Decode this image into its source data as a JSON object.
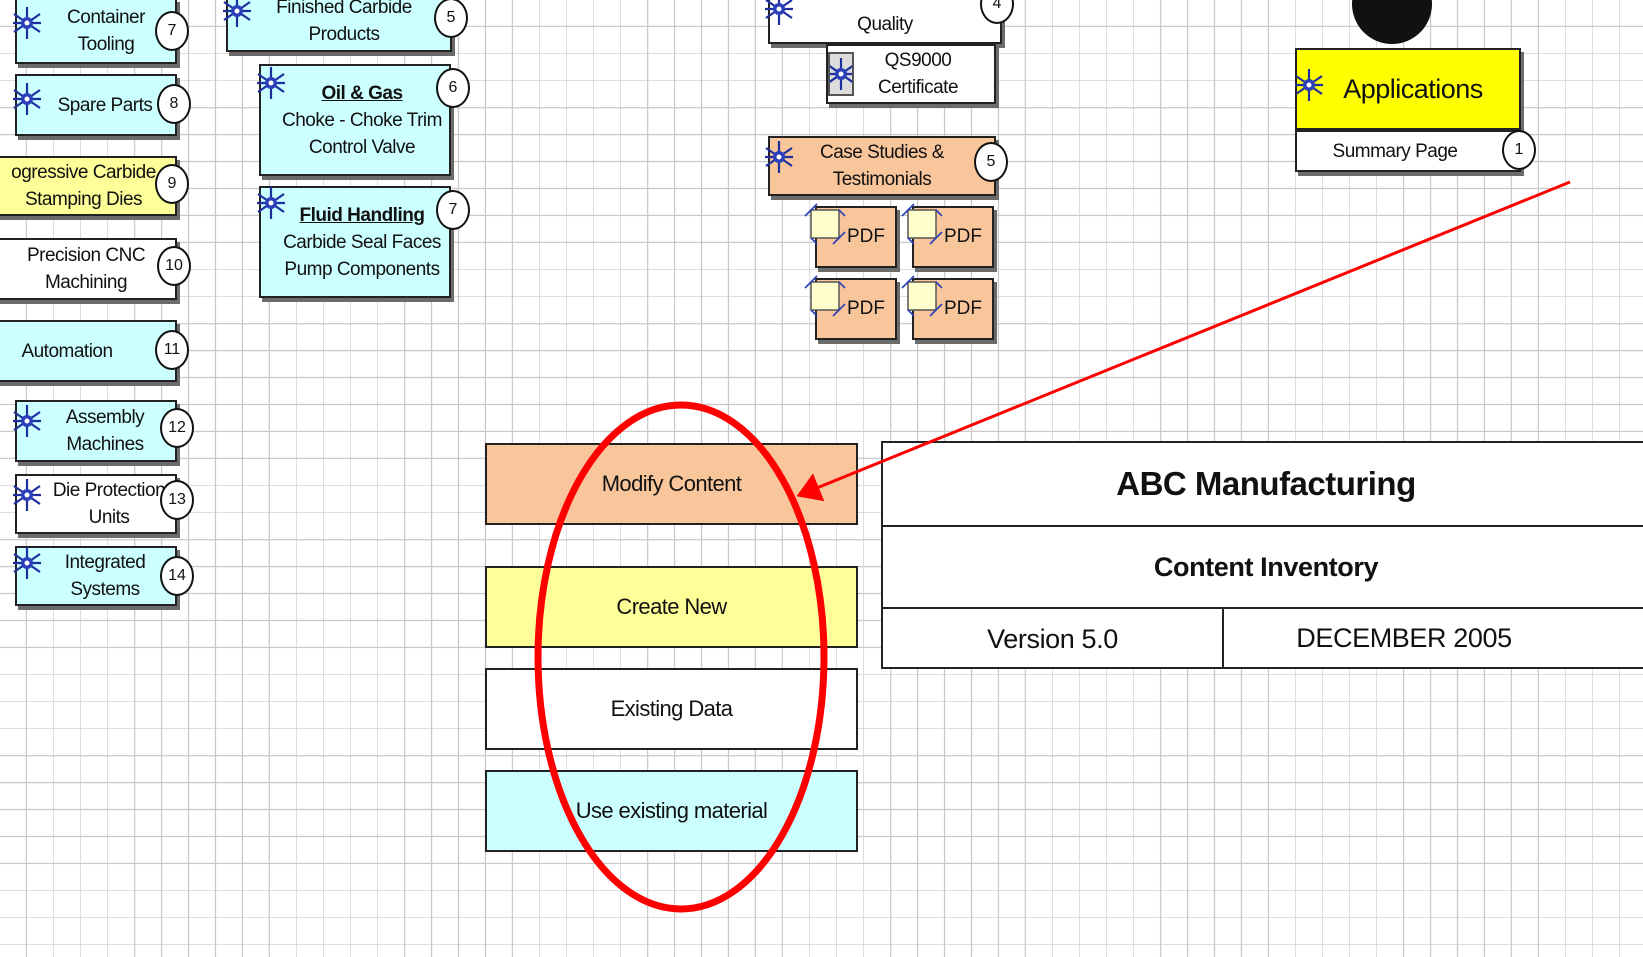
{
  "colors": {
    "cyan": "#ccffff",
    "yellow": "#ffff99",
    "peach": "#f9c69c",
    "applications_yellow": "#ffff00",
    "annotation_red": "#ff0000"
  },
  "icon_name": "link-star-icon",
  "left_column": [
    {
      "line1": "Container",
      "line2": "Tooling",
      "number": "7"
    },
    {
      "line1": "Spare Parts",
      "line2": "",
      "number": "8"
    },
    {
      "line1": "ogressive Carbide",
      "line2": "Stamping Dies",
      "number": "9"
    },
    {
      "line1": "Precision CNC",
      "line2": "Machining",
      "number": "10"
    },
    {
      "line1": "Automation",
      "line2": "",
      "number": "11"
    },
    {
      "line1": "Assembly",
      "line2": "Machines",
      "number": "12"
    },
    {
      "line1": "Die Protection",
      "line2": "Units",
      "number": "13"
    },
    {
      "line1": "Integrated",
      "line2": "Systems",
      "number": "14"
    }
  ],
  "middle_column": [
    {
      "title": "Finished Carbide",
      "line2": "Products",
      "line3": "",
      "number": "5"
    },
    {
      "title": "Oil & Gas",
      "line2": "Choke - Choke Trim",
      "line3": "Control Valve",
      "number": "6"
    },
    {
      "title": "Fluid Handling",
      "line2": "Carbide Seal Faces",
      "line3": "Pump Components",
      "number": "7"
    }
  ],
  "quality": {
    "label": "Quality",
    "number": "4"
  },
  "certificate": {
    "line1": "QS9000",
    "line2": "Certificate"
  },
  "case_studies": {
    "line1": "Case Studies &",
    "line2": "Testimonials",
    "number": "5"
  },
  "pdf_label": "PDF",
  "applications": {
    "label": "Applications",
    "summary": "Summary Page",
    "number": "1"
  },
  "legend": {
    "modify": "Modify Content",
    "create": "Create New",
    "existing": "Existing Data",
    "use_existing": "Use existing material"
  },
  "title_block": {
    "company": "ABC Manufacturing",
    "subtitle": "Content Inventory",
    "version": "Version 5.0",
    "date": "DECEMBER 2005"
  }
}
